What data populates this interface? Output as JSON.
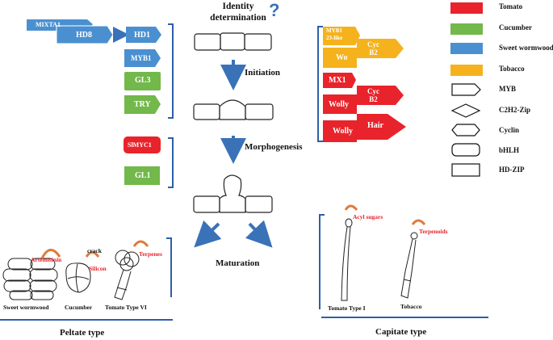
{
  "stages": {
    "identity": "Identity\ndetermination",
    "question": "?",
    "initiation": "Initiation",
    "morphogenesis": "Morphogenesis",
    "maturation": "Maturation"
  },
  "left_factors": {
    "mixta1": "MIXTA1",
    "hd8": "HD8",
    "hd1": "HD1",
    "myb1": "MYB1",
    "gl3": "GL3",
    "try": "TRY",
    "slmyc1": "SlMYC1",
    "gl1": "GL1"
  },
  "right_factors": {
    "myb1_23like": "MYB1\n23-like",
    "wo": "Wo",
    "cyc_b2_top": "Cyc\nB2",
    "mx1": "MX1",
    "wolly1": "Wolly",
    "cyc_b2_mid": "Cyc\nB2",
    "wolly2": "Wolly",
    "hair": "Hair"
  },
  "legend": {
    "tomato": "Tomato",
    "cucumber": "Cucumber",
    "sweet_wormwood": "Sweet wormwood",
    "tobacco": "Tobacco",
    "myb": "MYB",
    "c2h2": "C2H2-Zip",
    "cyclin": "Cyclin",
    "bhlh": "bHLH",
    "hdzip": "HD-ZIP"
  },
  "metabolites": {
    "artemisinin": "Artemisinin",
    "crack": "crack",
    "silicon": "Silicon",
    "terpenes": "Terpenes",
    "acyl_sugars": "Acyl sugars",
    "terpenoids": "Terpenoids"
  },
  "trichomes": {
    "sweet_wormwood": "Sweet wormwood",
    "cucumber": "Cucumber",
    "tomato_vi": "Tomato Type VI",
    "tomato_i": "Tomato Type I",
    "tobacco": "Tobacco"
  },
  "types": {
    "peltate": "Peltate type",
    "capitate": "Capitate type"
  },
  "colors": {
    "tomato": "#e8232b",
    "cucumber": "#72b84a",
    "sweet_wormwood": "#4a90d0",
    "tobacco": "#f5b21c",
    "arrow": "#3a72b8",
    "bracket": "#2d5fa8"
  }
}
